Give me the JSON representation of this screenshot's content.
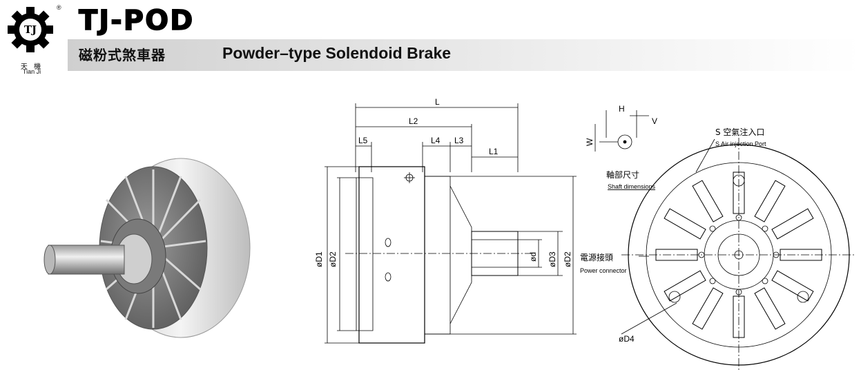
{
  "header": {
    "brand": "TJ-POD",
    "registered_mark": "®",
    "logo_text": "TJ",
    "logo_cn": "天 機",
    "logo_en": "Tian Ji",
    "subtitle_cn": "磁粉式煞車器",
    "subtitle_en": "Powder–type Solendoid Brake"
  },
  "side_view": {
    "dim_L": "L",
    "dim_L2": "L2",
    "dim_L5": "L5",
    "dim_L4": "L4",
    "dim_L3": "L3",
    "dim_L1": "L1",
    "dim_D1": "øD1",
    "dim_D2_left": "øD2",
    "dim_d": "ød",
    "dim_D3": "øD3",
    "dim_D2_right": "øD2"
  },
  "end_view": {
    "dim_H": "H",
    "dim_V": "V",
    "dim_W": "W",
    "shaft_cn": "軸部尺寸",
    "shaft_en": "Shaft dimensions",
    "air_cn": "S 空氣注入口",
    "air_en": "S Air injection Port",
    "power_cn": "電源接頭",
    "power_en": "Power connector",
    "dim_D4": "øD4"
  },
  "colors": {
    "accent": "#000000",
    "band": "#d9d9d9"
  }
}
